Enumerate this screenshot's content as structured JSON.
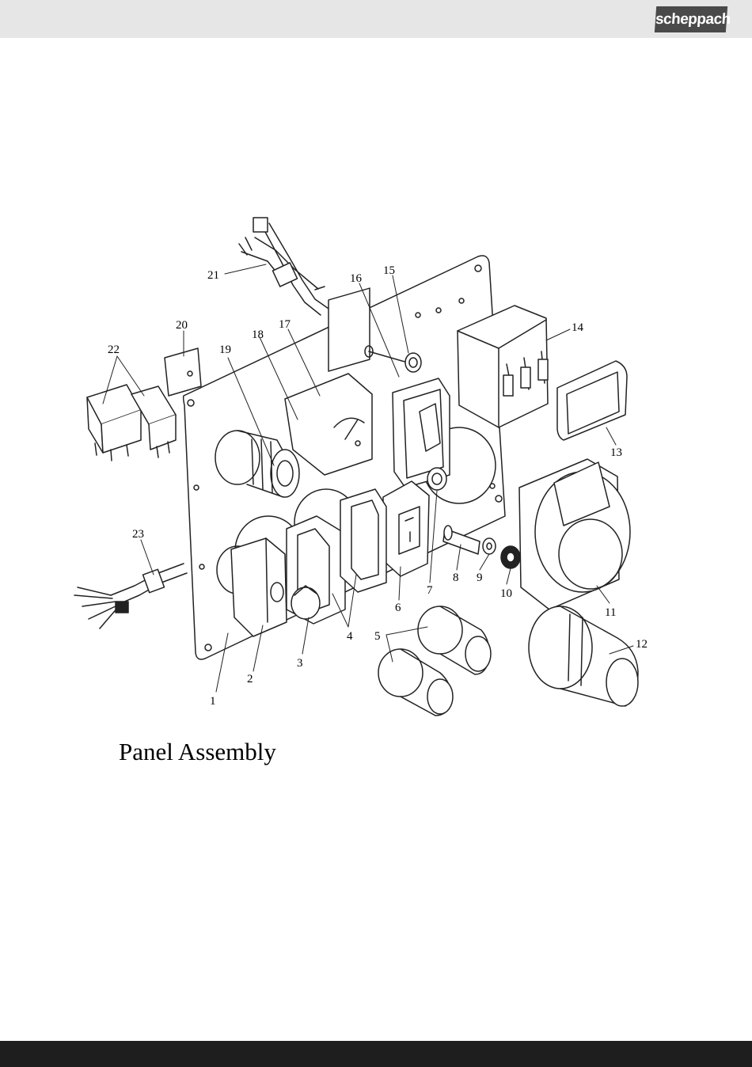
{
  "header": {
    "brand": "scheppach"
  },
  "diagram": {
    "caption": "Panel Assembly",
    "callouts": [
      "1",
      "2",
      "3",
      "4",
      "5",
      "6",
      "7",
      "8",
      "9",
      "10",
      "11",
      "12",
      "13",
      "14",
      "15",
      "16",
      "17",
      "18",
      "19",
      "20",
      "21",
      "22",
      "23"
    ]
  },
  "colors": {
    "header_bg": "#e6e6e6",
    "logo_bg": "#4a4a4a",
    "footer_bg": "#1e1e1e"
  }
}
